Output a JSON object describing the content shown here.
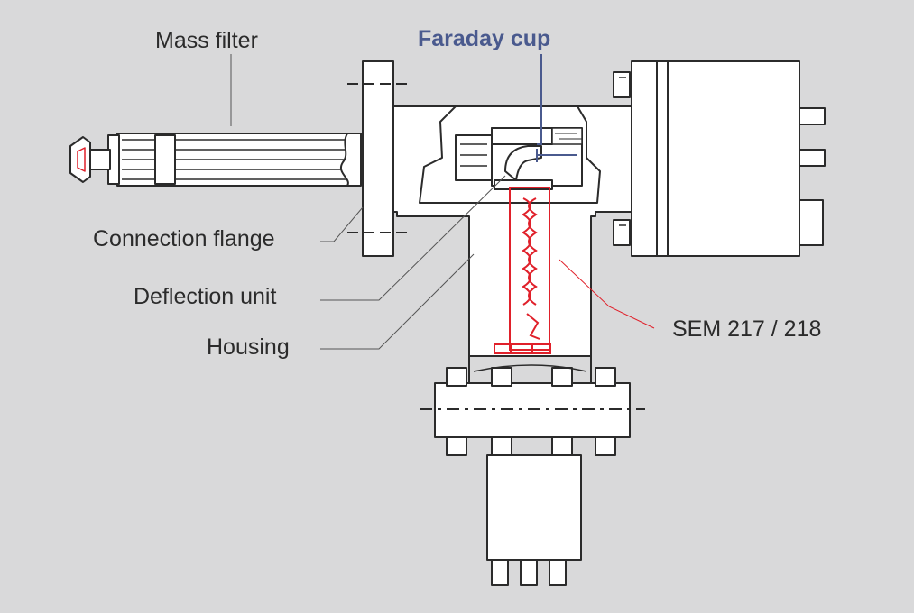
{
  "labels": {
    "mass_filter": "Mass filter",
    "faraday_cup": "Faraday cup",
    "connection_flange": "Connection flange",
    "deflection_unit": "Deflection unit",
    "housing": "Housing",
    "sem": "SEM 217 / 218"
  },
  "colors": {
    "background": "#d9d9da",
    "line": "#2b2b2b",
    "faraday_accent": "#4a5a8e",
    "sem_accent": "#e0202a",
    "fill": "#ffffff"
  }
}
